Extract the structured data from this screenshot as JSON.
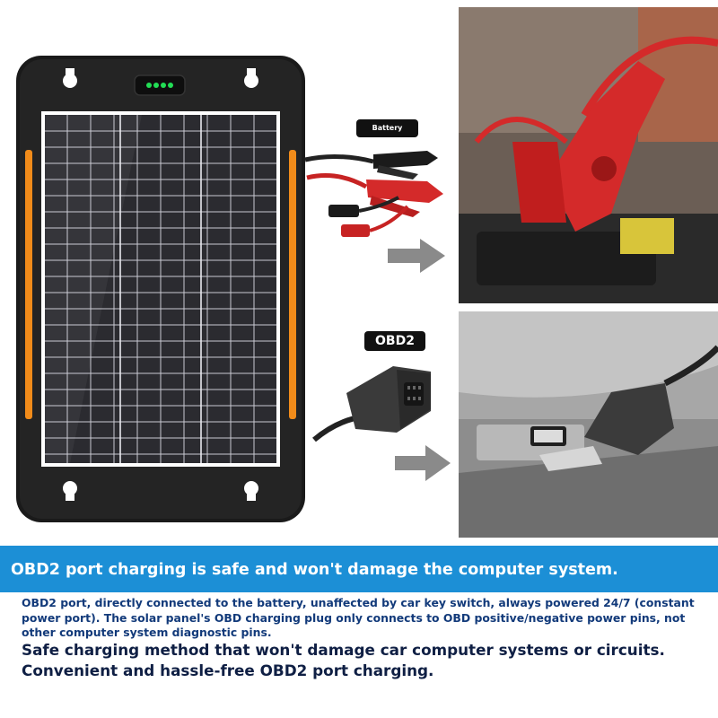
{
  "labels": {
    "battery_clamps": "Battery Clamps",
    "obd2": "OBD2"
  },
  "banner": {
    "title": "OBD2 port charging is safe and won't damage the computer system."
  },
  "description": "OBD2 port, directly connected to the battery, unaffected by car key switch, always powered 24/7 (constant power port). The solar panel's OBD charging plug only connects to OBD positive/negative power pins, not other computer system diagnostic pins.",
  "highlights": [
    "Safe charging method that won't damage car computer systems or circuits.",
    "Convenient and hassle-free OBD2 port charging."
  ],
  "colors": {
    "banner_blue": "#1c8fd6",
    "panel_frame": "#1a1a1a",
    "orange_accent": "#f28c1a",
    "indicator_green": "#22dd55",
    "clamp_red": "#d42a2a",
    "arrow_gray": "#8a8a8a"
  }
}
